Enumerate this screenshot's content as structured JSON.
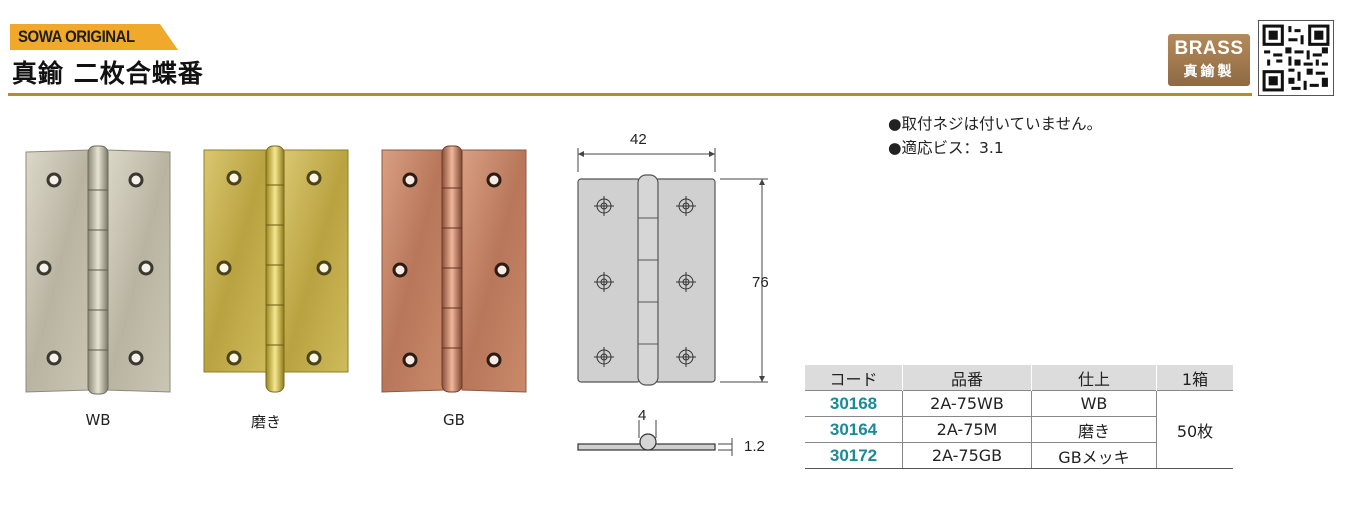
{
  "header": {
    "brand_tag": "SOWA ORIGINAL",
    "title": "真鍮 二枚合蝶番",
    "badge_line1": "BRASS",
    "badge_line2": "真鍮製",
    "accent_color": "#f0a92a",
    "rule_color": "#b88a2e"
  },
  "notes": [
    "●取付ネジは付いていません。",
    "●適応ビス：3.1"
  ],
  "products": [
    {
      "label": "WB",
      "finish_color": "#c9c4b2"
    },
    {
      "label": "磨き",
      "finish_color": "#c9b65a"
    },
    {
      "label": "GB",
      "finish_color": "#c98a6a"
    }
  ],
  "drawing": {
    "width": "42",
    "height": "76",
    "thickness": "1.2",
    "knuckle": "4"
  },
  "table": {
    "headers": [
      "コード",
      "品番",
      "仕上",
      "1箱"
    ],
    "rows": [
      {
        "code": "30168",
        "part": "2A-75WB",
        "finish": "WB"
      },
      {
        "code": "30164",
        "part": "2A-75M",
        "finish": "磨き"
      },
      {
        "code": "30172",
        "part": "2A-75GB",
        "finish": "GBメッキ"
      }
    ],
    "box_qty": "50枚"
  }
}
